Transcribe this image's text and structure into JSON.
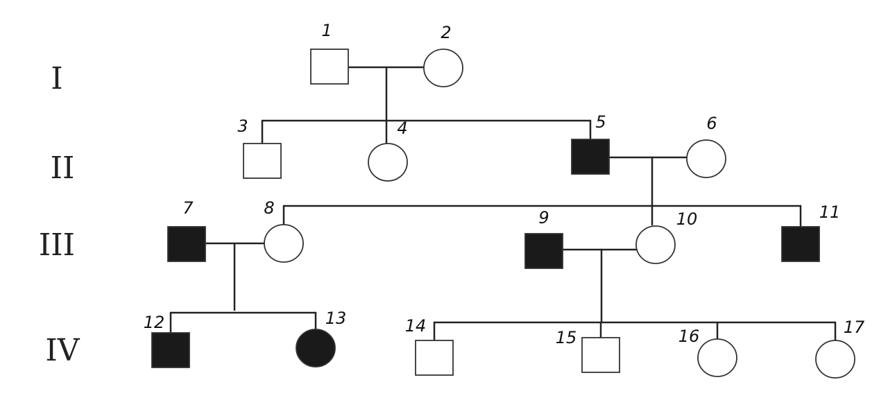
{
  "generations": [
    {
      "id": "I",
      "label": "I"
    },
    {
      "id": "II",
      "label": "II"
    },
    {
      "id": "III",
      "label": "III"
    },
    {
      "id": "IV",
      "label": "IV"
    }
  ],
  "individuals": [
    {
      "id": 1,
      "label": "1",
      "sex": "male",
      "affected": false
    },
    {
      "id": 2,
      "label": "2",
      "sex": "female",
      "affected": false
    },
    {
      "id": 3,
      "label": "3",
      "sex": "male",
      "affected": false
    },
    {
      "id": 4,
      "label": "4",
      "sex": "female",
      "affected": false
    },
    {
      "id": 5,
      "label": "5",
      "sex": "male",
      "affected": true
    },
    {
      "id": 6,
      "label": "6",
      "sex": "female",
      "affected": false
    },
    {
      "id": 7,
      "label": "7",
      "sex": "male",
      "affected": true
    },
    {
      "id": 8,
      "label": "8",
      "sex": "female",
      "affected": false
    },
    {
      "id": 9,
      "label": "9",
      "sex": "male",
      "affected": true
    },
    {
      "id": 10,
      "label": "10",
      "sex": "female",
      "affected": false
    },
    {
      "id": 11,
      "label": "11",
      "sex": "male",
      "affected": true
    },
    {
      "id": 12,
      "label": "12",
      "sex": "male",
      "affected": true
    },
    {
      "id": 13,
      "label": "13",
      "sex": "female",
      "affected": true
    },
    {
      "id": 14,
      "label": "14",
      "sex": "male",
      "affected": false
    },
    {
      "id": 15,
      "label": "15",
      "sex": "male",
      "affected": false
    },
    {
      "id": 16,
      "label": "16",
      "sex": "female",
      "affected": false
    },
    {
      "id": 17,
      "label": "17",
      "sex": "female",
      "affected": false
    }
  ],
  "colors": {
    "affected_fill": "#1a1a1a",
    "unaffected_fill": "#ffffff",
    "line": "#222222"
  }
}
